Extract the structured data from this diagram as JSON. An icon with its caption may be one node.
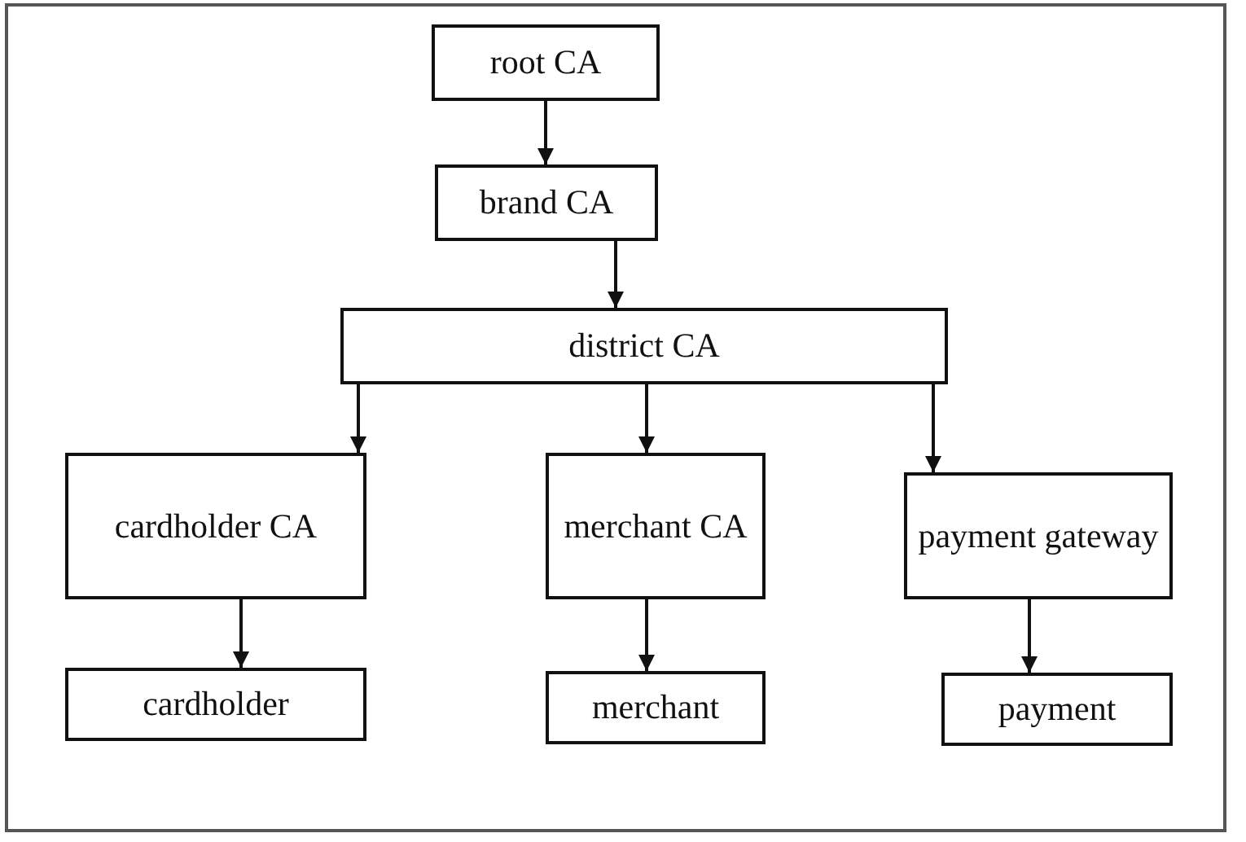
{
  "diagram": {
    "nodes": [
      {
        "text": [
          "root CA"
        ]
      },
      {
        "text": [
          "brand CA"
        ]
      },
      {
        "text": [
          "district CA"
        ]
      },
      {
        "text": [
          "cardholder CA"
        ]
      },
      {
        "text": [
          "merchant CA"
        ]
      },
      {
        "text": [
          "payment gateway"
        ]
      },
      {
        "text": [
          "cardholder"
        ]
      },
      {
        "text": [
          "merchant"
        ]
      },
      {
        "text": [
          "payment"
        ]
      }
    ],
    "edges": [
      {
        "from": 0,
        "to": 1,
        "arrow": "to"
      },
      {
        "from": 1,
        "to": 2,
        "arrow": "to"
      },
      {
        "from": 2,
        "to": 3,
        "arrow": "to"
      },
      {
        "from": 2,
        "to": 4,
        "arrow": "to"
      },
      {
        "from": 2,
        "to": 5,
        "arrow": "to"
      },
      {
        "from": 3,
        "to": 6,
        "arrow": "to"
      },
      {
        "from": 4,
        "to": 7,
        "arrow": "to"
      },
      {
        "from": 5,
        "to": 8,
        "arrow": "to"
      }
    ]
  }
}
